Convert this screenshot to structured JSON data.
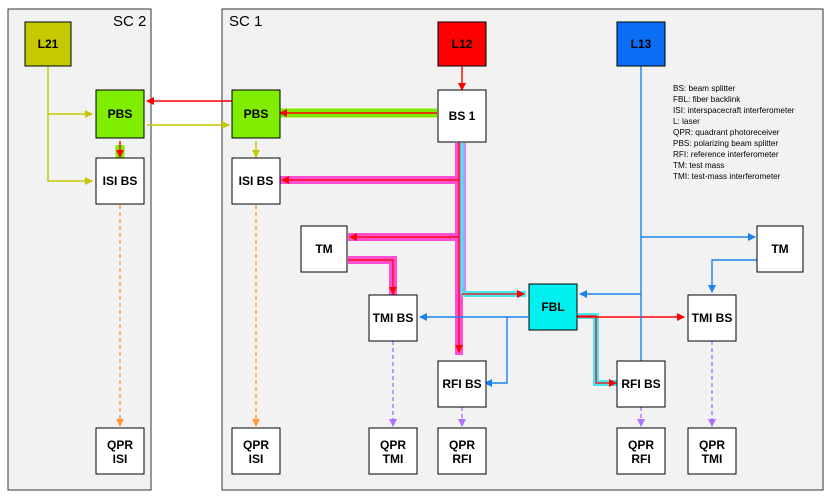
{
  "spacecraft": [
    {
      "id": "sc2",
      "label": "SC 2"
    },
    {
      "id": "sc1",
      "label": "SC 1"
    }
  ],
  "colors": {
    "panel_fill": "#f2f2f2",
    "l21": "#c6c900",
    "l12": "#ff0000",
    "l13": "#0a6ff5",
    "pbs": "#7fec00",
    "fbl": "#00f0f0",
    "green_beam": "#7fec00",
    "pink_beam": "#ff4fd0",
    "cyan_beam": "#44e8f0",
    "lavender_beam": "#b890ff",
    "red_line": "#ff0000",
    "yellow_line": "#c6c900",
    "blue_line": "#1a82f0",
    "orange_dashed": "#ff9a3c",
    "purple_dashed": "#b070ff"
  },
  "boxes": {
    "l21": "L21",
    "pbs_sc2": "PBS",
    "isi_bs_sc2": "ISI BS",
    "qpr_isi_sc2": [
      "QPR",
      "ISI"
    ],
    "pbs_sc1": "PBS",
    "isi_bs_sc1": "ISI BS",
    "qpr_isi_sc1": [
      "QPR",
      "ISI"
    ],
    "l12": "L12",
    "bs1": "BS 1",
    "l13": "L13",
    "tm_left": "TM",
    "tm_right": "TM",
    "tmi_bs_left": "TMI BS",
    "tmi_bs_right": "TMI BS",
    "fbl": "FBL",
    "rfi_bs_left": "RFI BS",
    "rfi_bs_right": "RFI BS",
    "qpr_tmi_left": [
      "QPR",
      "TMI"
    ],
    "qpr_rfi_left": [
      "QPR",
      "RFI"
    ],
    "qpr_rfi_right": [
      "QPR",
      "RFI"
    ],
    "qpr_tmi_right": [
      "QPR",
      "TMI"
    ]
  },
  "legend": [
    "BS: beam splitter",
    "FBL: fiber backlink",
    "ISI: interspacecraft interferometer",
    "L: laser",
    "QPR: quadrant photoreceiver",
    "PBS: polarizing beam splitter",
    "RFI: reference interferometer",
    "TM: test mass",
    "TMI: test-mass interferometer"
  ]
}
